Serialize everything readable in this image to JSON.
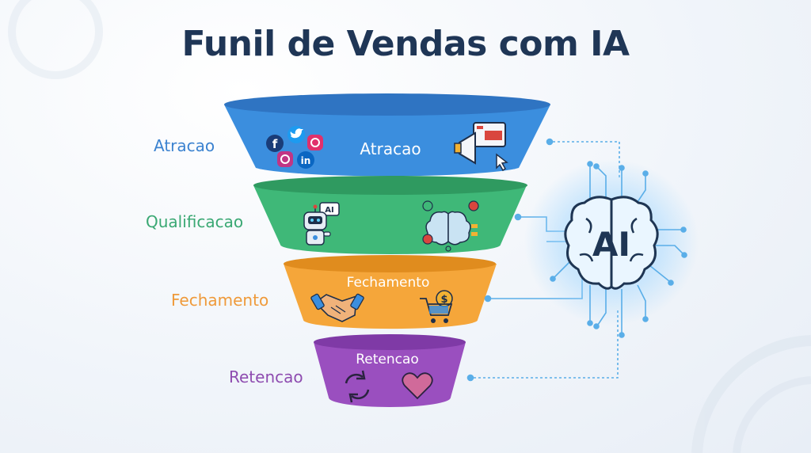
{
  "title": "Funil de Vendas com IA",
  "stages": [
    {
      "label": "Atracao",
      "side_label": "Atracao",
      "color": "#3b8ede",
      "rim": "#2f74c2",
      "label_color": "#3b82d0"
    },
    {
      "label": "",
      "side_label": "Qualificacao",
      "color": "#3fb878",
      "rim": "#2f9a60",
      "label_color": "#3aa873"
    },
    {
      "label": "Fechamento",
      "side_label": "Fechamento",
      "color": "#f5a63a",
      "rim": "#e08c1e",
      "label_color": "#ef9a3a"
    },
    {
      "label": "Retencao",
      "side_label": "Retencao",
      "color": "#9a4fbf",
      "rim": "#7f3aa6",
      "label_color": "#8e4cb0"
    }
  ],
  "icons": {
    "social_f": "f",
    "social_in": "in",
    "robot_badge": "AI",
    "money_symbol": "$"
  },
  "ai_brain": {
    "label": "AI",
    "glow_color": "#6ec8ff",
    "circuit_color": "#5aaee8"
  }
}
